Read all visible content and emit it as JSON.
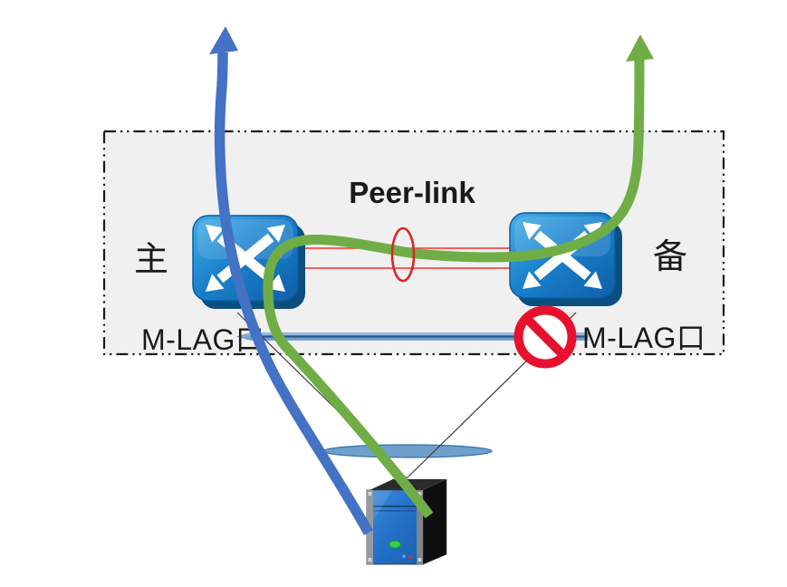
{
  "diagram": {
    "peer_link_label": "Peer-link",
    "left": {
      "role_label": "主",
      "port_label": "M-LAG口"
    },
    "right": {
      "role_label": "备",
      "port_label": "M-LAG口"
    },
    "icons": {
      "left_switch": "switch-icon",
      "right_switch": "switch-icon",
      "server": "server-icon",
      "blocked_link": "no-entry-icon",
      "peer_link_highlight": "red-ellipse-icon",
      "link_aggregation": "lag-ellipse-icon",
      "primary_flow": "blue-up-arrow",
      "backup_flow": "green-up-arrow"
    },
    "colors": {
      "box_fill": "#F0F0F0",
      "box_border": "#1A1A1A",
      "peer_link_lines": "#FF2B2B",
      "peer_link_ellipse": "#E02424",
      "mlag_bar": "#7BA7D7",
      "mlag_bar_core": "#24578C",
      "no_entry_sign": "#E8112D",
      "switch_blue": "#1B75BC",
      "server_blue": "#2F7FD4",
      "primary_flow_blue": "#4472C4",
      "backup_flow_green": "#70AD47",
      "uplink_line": "#3C3C3C"
    }
  }
}
